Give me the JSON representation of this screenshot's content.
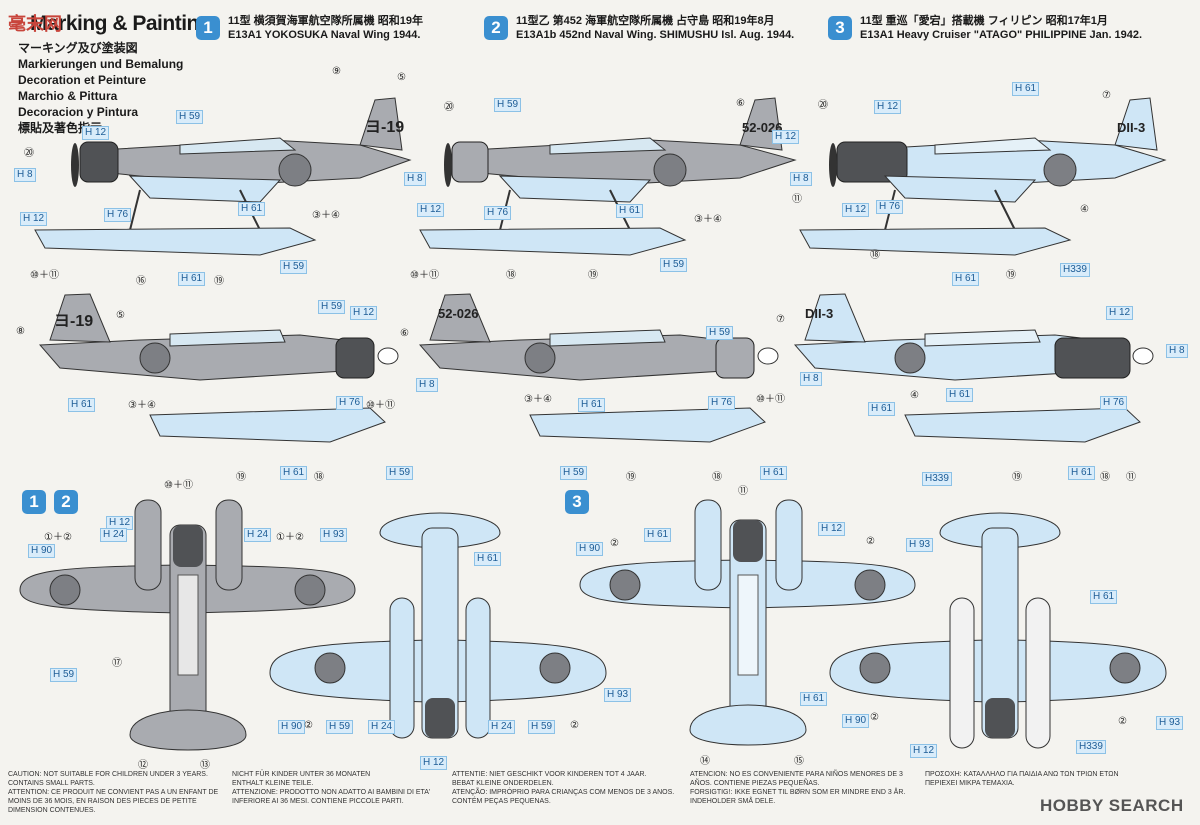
{
  "header": {
    "watermark": "毫末网",
    "title": "Marking & Painting",
    "languages": [
      "マーキング及び塗装図",
      "Markierungen und Bemalung",
      "Decoration et Peinture",
      "Marchio & Pittura",
      "Decoracion y Pintura",
      "標貼及著色指示"
    ]
  },
  "schemes": [
    {
      "number": "1",
      "jp": "11型  横須賀海軍航空隊所属機  昭和19年",
      "en": "E13A1 YOKOSUKA Naval Wing 1944."
    },
    {
      "number": "2",
      "jp": "11型乙  第452  海軍航空隊所属機  占守島  昭和19年8月",
      "en": "E13A1b 452nd Naval Wing. SHIMUSHU Isl. Aug. 1944."
    },
    {
      "number": "3",
      "jp": "11型  重巡「愛宕」搭載機  フィリピン  昭和17年1月",
      "en": "E13A1 Heavy Cruiser \"ATAGO\" PHILIPPINE Jan. 1942."
    }
  ],
  "tail_codes": {
    "s1": "ヨ-19",
    "s2": "52-026",
    "s3": "DII-3"
  },
  "colors": {
    "grey": "#a9abb0",
    "light_blue": "#cfe6f6",
    "dark_cowl": "#505255",
    "hinomaru": "#7d7f84",
    "badge": "#3a8fd0"
  },
  "paint_codes": {
    "h12": "H 12",
    "h8": "H 8",
    "h59": "H 59",
    "h76": "H 76",
    "h61": "H 61",
    "h339": "H339",
    "h90": "H 90",
    "h93": "H 93",
    "h24": "H 24"
  },
  "callouts": {
    "n9": "⑨",
    "n5": "⑤",
    "n6": "⑥",
    "n7": "⑦",
    "n20": "⑳",
    "n8": "⑧",
    "n34": "③＋④",
    "n4": "④",
    "n1011": "⑩＋⑪",
    "n11": "⑪",
    "n16": "⑯",
    "n18": "⑱",
    "n19": "⑲",
    "n12b": "①＋②",
    "n2": "②",
    "n17": "⑰",
    "n12": "⑫",
    "n13": "⑬",
    "n14": "⑭",
    "n15": "⑮"
  },
  "plan_badges": [
    "1",
    "2",
    "3"
  ],
  "footer": {
    "col1": [
      "CAUTION: NOT SUITABLE FOR CHILDREN UNDER 3 YEARS.",
      "CONTAINS SMALL PARTS.",
      "ATTENTION: CE PRODUIT NE CONVIENT PAS A UN ENFANT DE",
      "MOINS DE 36 MOIS, EN RAISON DES PIECES DE PETITE",
      "DIMENSION CONTENUES."
    ],
    "col2": [
      "NICHT FÜR KINDER UNTER 36 MONATEN",
      "ENTHALT KLEINE TEILE.",
      "ATTENZIONE: PRODOTTO NON ADATTO AI BAMBINI DI ETA'",
      "INFERIORE AI 36 MESI. CONTIENE PICCOLE PARTI."
    ],
    "col3": [
      "ATTENTIE: NIET GESCHIKT VOOR KINDEREN TOT 4 JAAR.",
      "BEBAT KLEINE ONDERDELEN.",
      "ATENÇÃO: IMPRÓPRIO PARA CRIANÇAS COM MENOS DE 3 ANOS.",
      "CONTÉM PEÇAS PEQUENAS."
    ],
    "col4": [
      "ATENCION: NO ES CONVENIENTE PARA NIÑOS MENORES DE 3",
      "AÑOS. CONTIENE PIEZAS PEQUEÑAS.",
      "FORSIGTIG!: IKKE EGNET TIL BØRN SOM ER MINDRE END 3 ÅR.",
      "INDEHOLDER SMÅ DELE."
    ],
    "col5": [
      "ΠΡΟΣΟΧΗ: ΚΑΤΑΛΛΗΛΟ ΓΙΑ ΠΑΙΔΙΑ ΑΝΩ ΤΩΝ ΤΡΙΩΝ ΕΤΩΝ",
      "ΠΕΡΙΕΧΕΙ ΜΙΚΡΑ ΤΕΜΑΧΙΑ."
    ],
    "brand": "HOBBY SEARCH"
  }
}
